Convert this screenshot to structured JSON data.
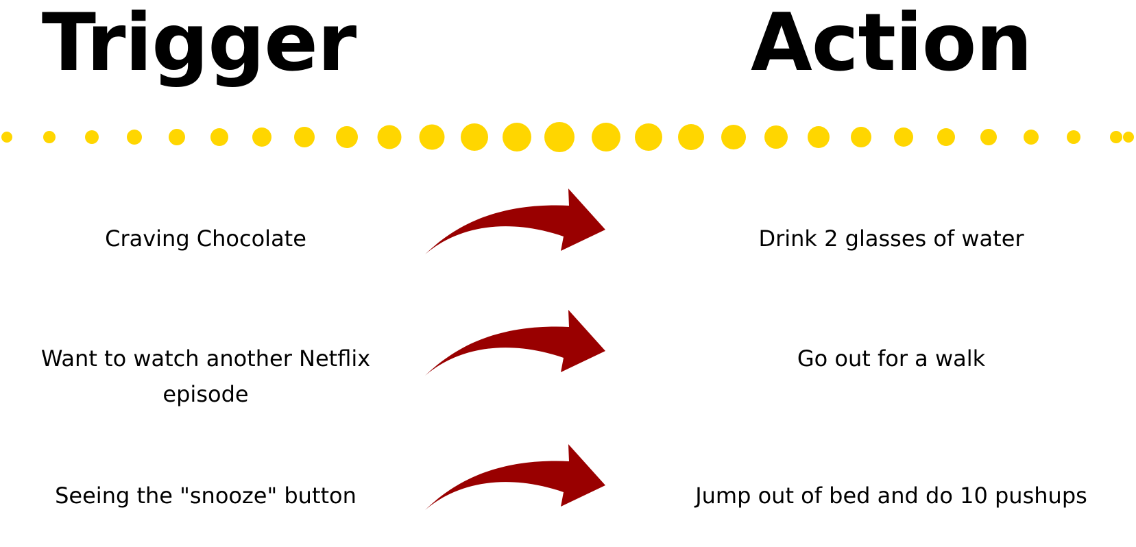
{
  "headings": {
    "trigger": "Trigger",
    "action": "Action"
  },
  "rows": [
    {
      "trigger": "Craving Chocolate",
      "action": "Drink 2 glasses of water"
    },
    {
      "trigger": "Want to watch another Netflix episode",
      "action": "Go out for a walk"
    },
    {
      "trigger": "Seeing the \"snooze\" button",
      "action": "Jump out of bed and do 10 pushups"
    }
  ],
  "colors": {
    "dots": "#FFD600",
    "arrows": "#990000",
    "text": "#000000"
  },
  "icons": {
    "arrow": "curved-arrow-right-icon",
    "dots": "dotted-divider"
  }
}
